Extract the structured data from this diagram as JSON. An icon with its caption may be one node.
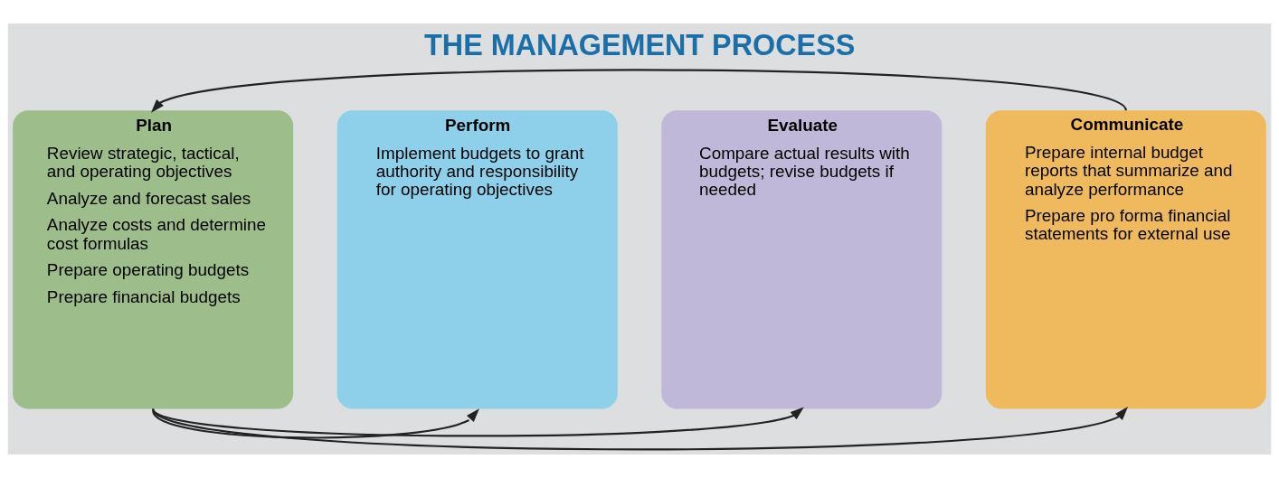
{
  "diagram": {
    "title": "THE MANAGEMENT PROCESS",
    "nodes": [
      {
        "text": [
          "Plan",
          "Review strategic, tactical, and operating objectives",
          "Analyze and forecast sales",
          "Analyze costs and determine cost formulas",
          "Prepare operating budgets",
          "Prepare financial budgets"
        ]
      },
      {
        "text": [
          "Perform",
          "Implement budgets to grant authority and responsibility for operating objectives"
        ]
      },
      {
        "text": [
          "Evaluate",
          "Compare actual results with budgets; revise budgets if needed"
        ]
      },
      {
        "text": [
          "Communicate",
          "Prepare internal budget reports that summarize and analyze performance",
          "Prepare pro forma financial statements for external use"
        ]
      }
    ],
    "edges": [
      {
        "from": 3,
        "to": 0,
        "arrow": "to"
      },
      {
        "from": 0,
        "to": 1,
        "arrow": "to"
      },
      {
        "from": 0,
        "to": 2,
        "arrow": "to"
      },
      {
        "from": 0,
        "to": 3,
        "arrow": "to"
      }
    ]
  }
}
